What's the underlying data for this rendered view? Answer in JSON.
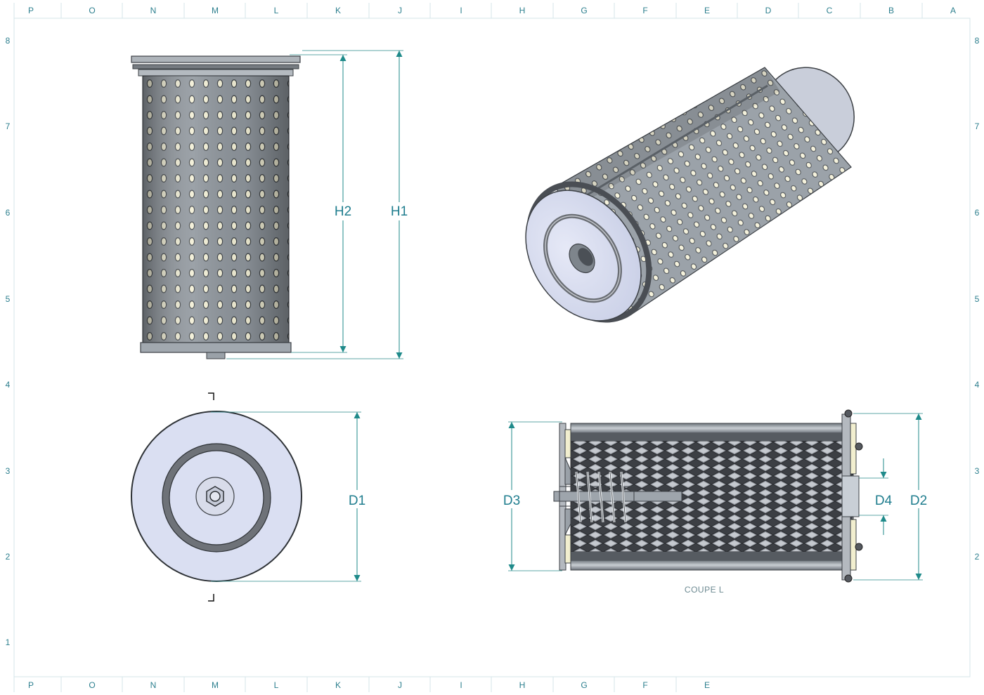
{
  "frame": {
    "top_letters": [
      "P",
      "O",
      "N",
      "M",
      "L",
      "K",
      "J",
      "I",
      "H",
      "G",
      "F",
      "E",
      "D",
      "C",
      "B",
      "A"
    ],
    "bottom_letters": [
      "P",
      "O",
      "N",
      "M",
      "L",
      "K",
      "J",
      "I",
      "H",
      "G",
      "F",
      "E"
    ],
    "left_numbers": [
      "8",
      "7",
      "6",
      "5",
      "4",
      "3",
      "2",
      "1"
    ],
    "right_numbers": [
      "8",
      "7",
      "6",
      "5",
      "4",
      "3",
      "2"
    ]
  },
  "dimensions": {
    "h1": "H1",
    "h2": "H2",
    "d1": "D1",
    "d2": "D2",
    "d3": "D3",
    "d4": "D4"
  },
  "section_caption": "COUPE L",
  "colors": {
    "accent": "#1f8a8a",
    "metal": "#8f969e",
    "end_cap": "#dadff2",
    "gasket": "#6e7278",
    "seal": "#f2efcf"
  }
}
